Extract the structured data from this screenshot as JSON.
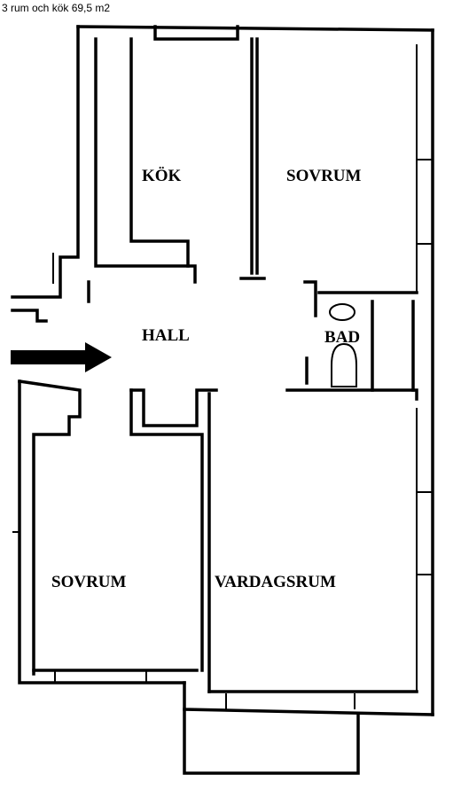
{
  "caption": "3 rum och kök 69,5 m2",
  "rooms": {
    "kok": "KÖK",
    "sovrum_top": "SOVRUM",
    "hall": "HALL",
    "bad": "BAD",
    "sovrum_bottom": "SOVRUM",
    "vardagsrum": "VARDAGSRUM"
  },
  "colors": {
    "walls": "#000000",
    "background": "#ffffff"
  },
  "icons": {
    "entrance": "entrance-arrow-icon"
  }
}
